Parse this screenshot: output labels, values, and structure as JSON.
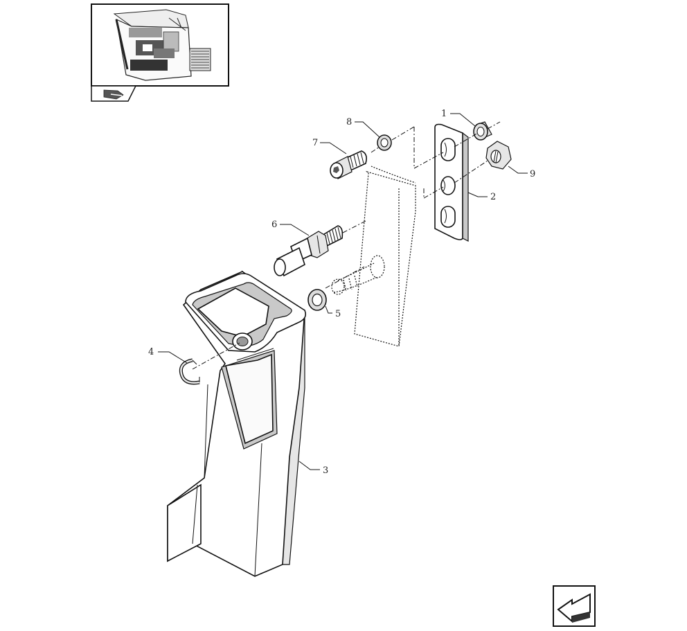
{
  "diagram": {
    "callouts": [
      {
        "id": "c1",
        "label": "1"
      },
      {
        "id": "c2",
        "label": "2"
      },
      {
        "id": "c3",
        "label": "3"
      },
      {
        "id": "c4",
        "label": "4"
      },
      {
        "id": "c5",
        "label": "5"
      },
      {
        "id": "c6",
        "label": "6"
      },
      {
        "id": "c7",
        "label": "7"
      },
      {
        "id": "c8",
        "label": "8"
      },
      {
        "id": "c9",
        "label": "9"
      }
    ]
  },
  "thumbnail": {
    "icon": "cab-thumbnail-icon"
  },
  "nav": {
    "book_icon": "book-icon",
    "next_icon": "next-page-arrow-icon"
  }
}
